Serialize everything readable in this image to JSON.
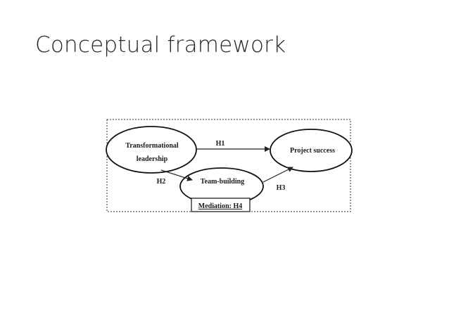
{
  "slide": {
    "title": "Conceptual framework"
  },
  "diagram": {
    "nodes": {
      "transformational_leadership": {
        "line1": "Transformational",
        "line2": "leadership"
      },
      "project_success": {
        "label": "Project success"
      },
      "team_building": {
        "label": "Team-building"
      }
    },
    "edges": {
      "h1": "H1",
      "h2": "H2",
      "h3": "H3"
    },
    "mediation_label": "Mediation: H4"
  }
}
